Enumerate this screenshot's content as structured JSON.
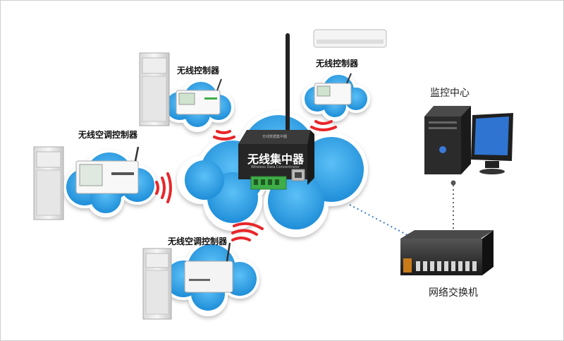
{
  "nodes": {
    "controller_top_left": "无线控制器",
    "controller_top_right": "无线控制器",
    "ac_controller_left": "无线空调控制器",
    "ac_controller_bottom": "无线空调控制器",
    "hub": "无线集中器",
    "monitor_center": "监控中心",
    "switch": "网络交换机"
  },
  "hub_small_text": {
    "line1": "无线数据集中器",
    "line2": "Wireless Data Concentrator"
  },
  "colors": {
    "cloud": "#2a9ee8",
    "cloud_edge": "#ffffff",
    "signal": "#e8262a",
    "hub_body": "#2a2a2a",
    "terminal": "#3fae49",
    "link": "#3a7fc4"
  }
}
